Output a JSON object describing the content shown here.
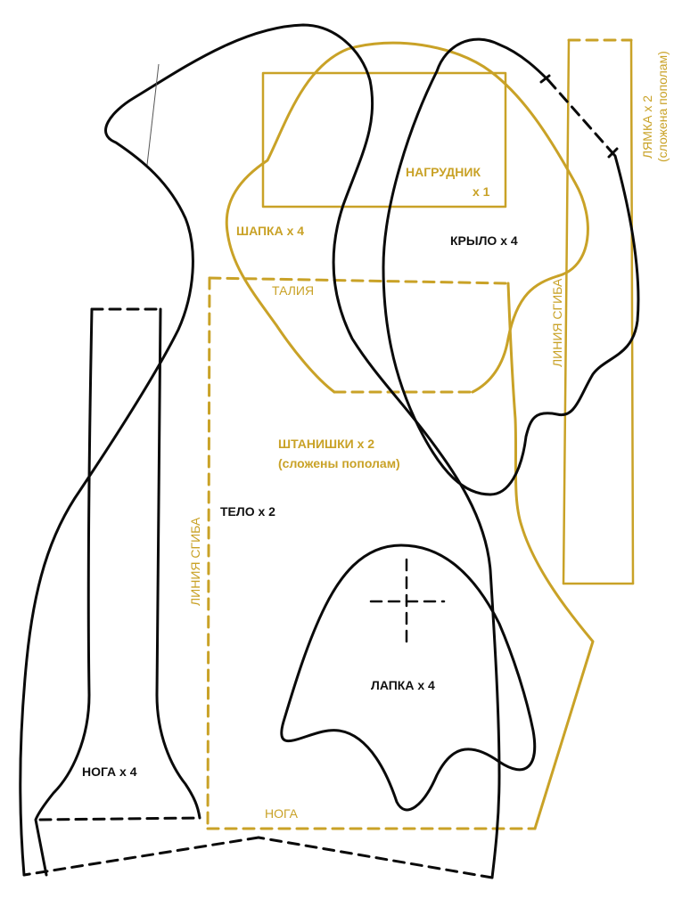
{
  "pieces": {
    "bib": {
      "name": "НАГРУДНИК",
      "qty": "x 1"
    },
    "strap": {
      "name": "ЛЯМКА x 2",
      "note": "(сложена пополам)"
    },
    "hat": {
      "name": "ШАПКА x 4"
    },
    "wing": {
      "name": "КРЫЛО x 4"
    },
    "waist": {
      "name": "ТАЛИЯ"
    },
    "fold_right": {
      "name": "ЛИНИЯ СГИБА"
    },
    "pants": {
      "name": "ШТАНИШКИ x 2",
      "note": "(сложены пополам)"
    },
    "body": {
      "name": "ТЕЛО x 2"
    },
    "fold_left": {
      "name": "ЛИНИЯ СГИБА"
    },
    "paw": {
      "name": "ЛАПКА x 4"
    },
    "leg": {
      "name": "НОГА x 4"
    },
    "leg_mark": {
      "name": "НОГА"
    }
  },
  "colors": {
    "outline": "#0a0a0a",
    "gold": "#c9a227",
    "background": "#ffffff"
  }
}
